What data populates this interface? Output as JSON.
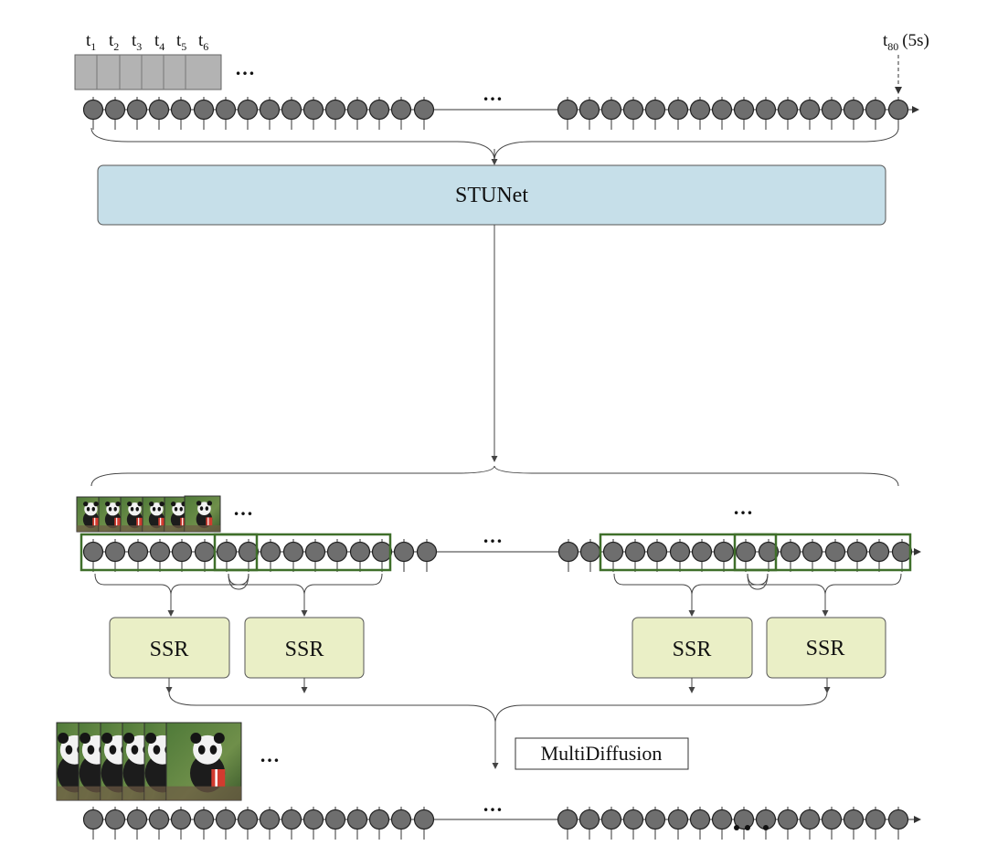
{
  "timestamps": [
    "1",
    "2",
    "3",
    "4",
    "5",
    "6"
  ],
  "time_letter": "t",
  "last_timestamp": "80",
  "last_timestamp_note": "(5s)",
  "ellipsis": "…",
  "blocks": {
    "stunet": "STUNet",
    "ssr": "SSR",
    "multidiffusion": "MultiDiffusion"
  },
  "colors": {
    "stunet_fill": "#c6dfe9",
    "ssr_fill": "#eaefc6",
    "node_fill": "#6e6e6e",
    "window_border": "#3f6f2a"
  }
}
